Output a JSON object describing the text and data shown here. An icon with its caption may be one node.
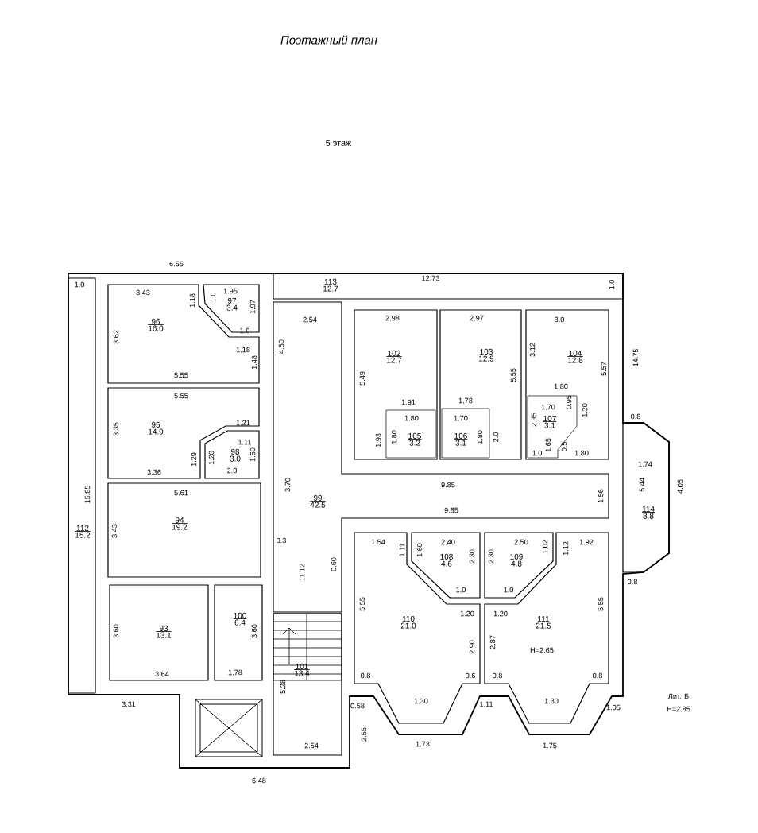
{
  "diagram": {
    "title": "Поэтажный план",
    "nodes": [
      {
        "text": [
          "96",
          "16.0"
        ]
      },
      {
        "text": [
          "97",
          "3.4"
        ]
      },
      {
        "text": [
          "113",
          "12.7"
        ]
      },
      {
        "text": [
          "102",
          "12.7"
        ]
      },
      {
        "text": [
          "103",
          "12.9"
        ]
      },
      {
        "text": [
          "104",
          "12.8"
        ]
      },
      {
        "text": [
          "105",
          "3.2"
        ],
        "in": 3
      },
      {
        "text": [
          "106",
          "3.1"
        ],
        "in": 4
      },
      {
        "text": [
          "107",
          "3.1"
        ],
        "in": 5
      },
      {
        "text": [
          "95",
          "14.9"
        ]
      },
      {
        "text": [
          "98",
          "3.0"
        ]
      },
      {
        "text": [
          "99",
          "42.5"
        ]
      },
      {
        "text": [
          "114",
          "8.8"
        ]
      },
      {
        "text": [
          "112",
          "15.2"
        ]
      },
      {
        "text": [
          "94",
          "19.2"
        ]
      },
      {
        "text": [
          "108",
          "4.6"
        ]
      },
      {
        "text": [
          "109",
          "4.8"
        ]
      },
      {
        "text": [
          "110",
          "21.0"
        ]
      },
      {
        "text": [
          "111",
          "21.5"
        ]
      },
      {
        "text": [
          "93",
          "13.1"
        ]
      },
      {
        "text": [
          "100",
          "6.4"
        ]
      },
      {
        "text": [
          "101",
          "13.4"
        ]
      }
    ],
    "labels": [
      "5 этаж",
      "6.55",
      "12.73",
      "1.0",
      "1.0",
      "3.43",
      "1.18",
      "1.0",
      "1.95",
      "1.97",
      "2.54",
      "2.98",
      "2.97",
      "3.0",
      "3.62",
      "1.0",
      "1.18",
      "1.48",
      "4.50",
      "3.12",
      "14.75",
      "5.55",
      "5.49",
      "5.55",
      "5.57",
      "1.80",
      "5.55",
      "1.70",
      "0.95",
      "1.91",
      "1.78",
      "1.20",
      "1.80",
      "1.70",
      "2.35",
      "0.8",
      "1.21",
      "3.35",
      "1.93",
      "1.80",
      "1.80",
      "2.0",
      "1.11",
      "1.65",
      "0.5",
      "1.0",
      "1.80",
      "1.29",
      "1.20",
      "1.60",
      "1.74",
      "3.36",
      "2.0",
      "3.70",
      "9.85",
      "5.44",
      "4.05",
      "5.61",
      "15.85",
      "1.56",
      "9.85",
      "3.43",
      "0.3",
      "1.54",
      "1.11",
      "1.60",
      "2.40",
      "2.30",
      "2.30",
      "2.50",
      "1.02",
      "1.12",
      "1.92",
      "0.60",
      "11.12",
      "0.8",
      "1.0",
      "1.0",
      "5.55",
      "5.55",
      "1.20",
      "1.20",
      "3.60",
      "3.60",
      "2.90",
      "2.87",
      "H=2.65",
      "3.64",
      "1.78",
      "0.8",
      "0.6",
      "0.8",
      "0.8",
      "5.28",
      "Лит. Б",
      "3.31",
      "1.30",
      "1.11",
      "1.30",
      "0.58",
      "1.05",
      "H=2.85",
      "1.73",
      "1.75",
      "2.55",
      "2.54",
      "6.48"
    ]
  }
}
